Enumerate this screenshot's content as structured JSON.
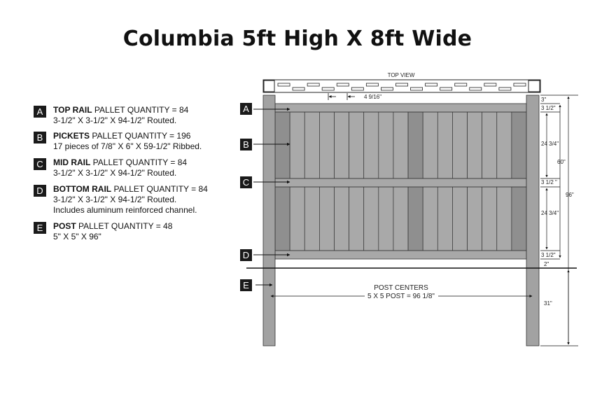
{
  "title": "Columbia 5ft High X 8ft Wide",
  "legend": [
    {
      "letter": "A",
      "name": "TOP RAIL",
      "qty": "PALLET QUANTITY = 84",
      "lines": [
        "3-1/2\" X 3-1/2\" X 94-1/2\" Routed."
      ]
    },
    {
      "letter": "B",
      "name": "PICKETS",
      "qty": "PALLET QUANTITY = 196",
      "lines": [
        "17 pieces of 7/8\" X 6\" X 59-1/2\" Ribbed."
      ]
    },
    {
      "letter": "C",
      "name": "MID RAIL",
      "qty": "PALLET QUANTITY = 84",
      "lines": [
        "3-1/2\" X 3-1/2\" X 94-1/2\" Routed."
      ]
    },
    {
      "letter": "D",
      "name": "BOTTOM RAIL",
      "qty": "PALLET QUANTITY = 84",
      "lines": [
        "3-1/2\" X 3-1/2\" X 94-1/2\" Routed.",
        "Includes aluminum reinforced channel."
      ]
    },
    {
      "letter": "E",
      "name": "POST",
      "qty": "PALLET QUANTITY = 48",
      "lines": [
        "5\" X 5\" X 96\""
      ]
    }
  ],
  "diagram": {
    "top_view_label": "TOP VIEW",
    "picket_gap_label": "4 9/16\"",
    "callouts": [
      "A",
      "B",
      "C",
      "D",
      "E"
    ],
    "dims": {
      "top_gap": "3\"",
      "top_rail": "3 1/2\"",
      "upper_pickets": "24 3/4\"",
      "mid_rail": "3 1/2 \"",
      "lower_pickets": "24 3/4\"",
      "bottom_rail": "3 1/2\"",
      "ground_gap": "2\"",
      "fence_height": "60\"",
      "post_height": "96\"",
      "below_grade": "31\""
    },
    "post_centers_label": "POST CENTERS",
    "post_spacing_label": "5 X 5 POST = 96 1/8\""
  },
  "colors": {
    "post": "#a2a2a2",
    "rail": "#a8a8a8",
    "picket_light": "#a9a9a9",
    "picket_dark": "#8f8f8f",
    "badge": "#1a1a1a"
  }
}
